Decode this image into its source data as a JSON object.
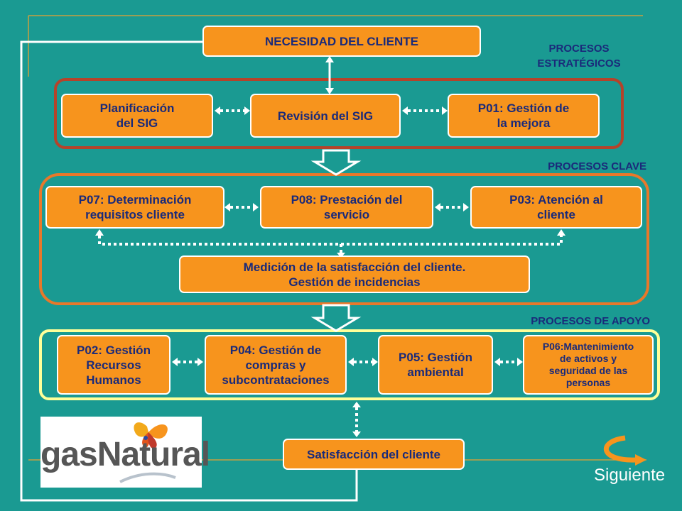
{
  "top_node": {
    "label": "NECESIDAD DEL CLIENTE"
  },
  "sections": {
    "strategic": {
      "label": "PROCESOS\nESTRATÉGICOS",
      "frame_color": "#b5432a"
    },
    "key": {
      "label": "PROCESOS  CLAVE",
      "frame_color": "#e8782a"
    },
    "support": {
      "label": "PROCESOS  DE APOYO",
      "frame_color": "#ffff99"
    }
  },
  "strategic_processes": [
    {
      "label": "Planificación\ndel SIG"
    },
    {
      "label": "Revisión del SIG"
    },
    {
      "label": "P01: Gestión de\nla mejora"
    }
  ],
  "key_processes": [
    {
      "label": "P07: Determinación\nrequisitos cliente"
    },
    {
      "label": "P08: Prestación del\nservicio"
    },
    {
      "label": "P03: Atención al\ncliente"
    }
  ],
  "measurement": {
    "label": "Medición de la satisfacción del cliente.\nGestión de incidencias"
  },
  "support_processes": [
    {
      "label": "P02: Gestión\nRecursos\nHumanos"
    },
    {
      "label": "P04: Gestión de\ncompras y\nsubcontrataciones"
    },
    {
      "label": "P05: Gestión\nambiental"
    },
    {
      "label": "P06:Mantenimiento\nde activos y\nseguridad de las\npersonas"
    }
  ],
  "bottom_node": {
    "label": "Satisfacción del cliente"
  },
  "logo": {
    "text": "gasNatural"
  },
  "navigation": {
    "next_label": "Siguiente"
  },
  "colors": {
    "box_fill": "#f7941d",
    "box_text": "#1a2a7a",
    "background": "#1a9a92",
    "connector": "#ffffff",
    "accent_line": "#c8a040"
  }
}
